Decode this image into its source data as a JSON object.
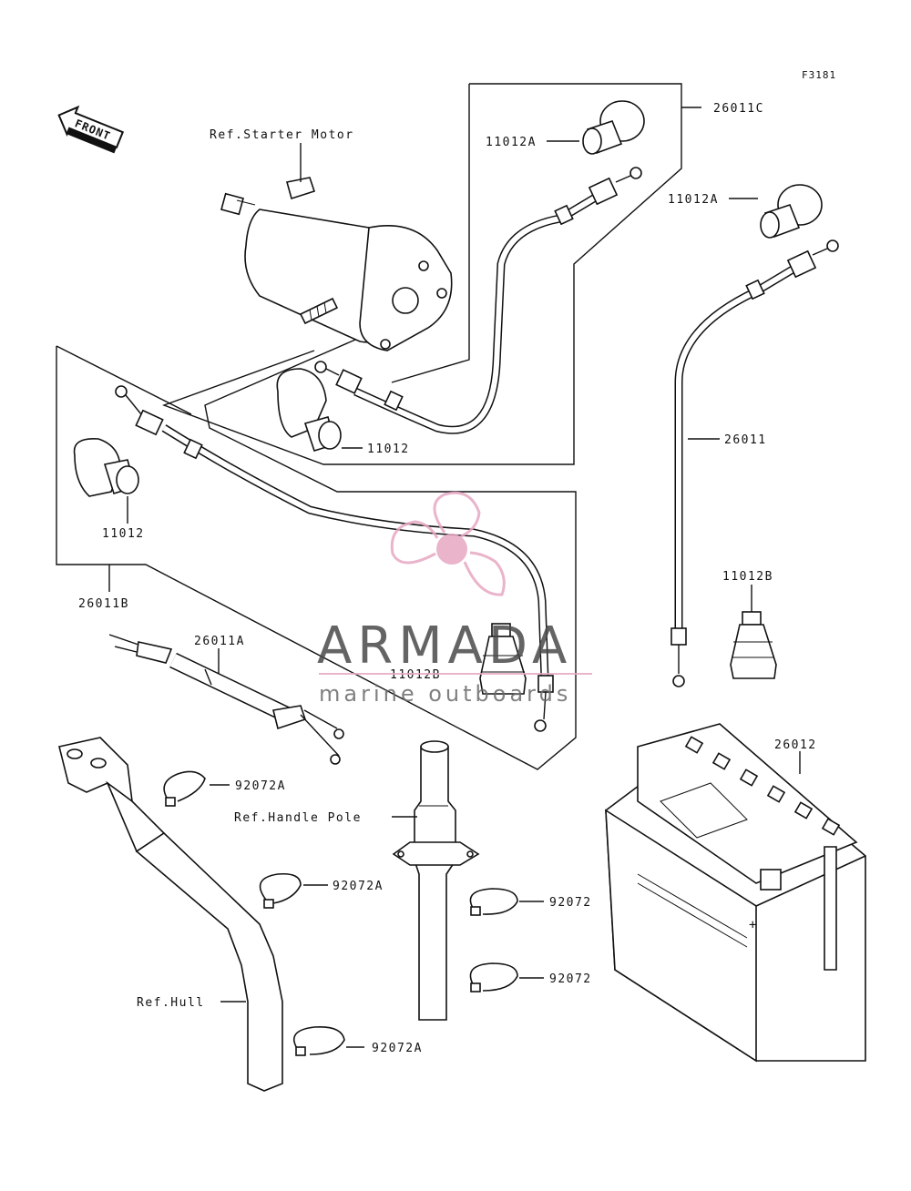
{
  "figure_code": "F3181",
  "front_label": "FRONT",
  "labels": {
    "starter_motor": "Ref.Starter Motor",
    "cable_26011c": "26011C",
    "cap_11012a_top": "11012A",
    "cap_11012a_right": "11012A",
    "cap_11012_mid": "11012",
    "cap_11012_left": "11012",
    "cable_26011": "26011",
    "boot_11012b_right": "11012B",
    "boot_11012b_center": "11012B",
    "cable_26011b": "26011B",
    "cable_26011a": "26011A",
    "battery_26012": "26012",
    "clamp_92072a_top": "92072A",
    "handle_pole": "Ref.Handle Pole",
    "clamp_92072a_mid": "92072A",
    "clamp_92072_top": "92072",
    "clamp_92072_bottom": "92072",
    "hull": "Ref.Hull",
    "clamp_92072a_bottom": "92072A"
  },
  "watermark": {
    "title": "ARMADA",
    "subtitle": "marine outboards",
    "accent_color": "#e7a8c3",
    "text_color": "#4a4a4a"
  }
}
